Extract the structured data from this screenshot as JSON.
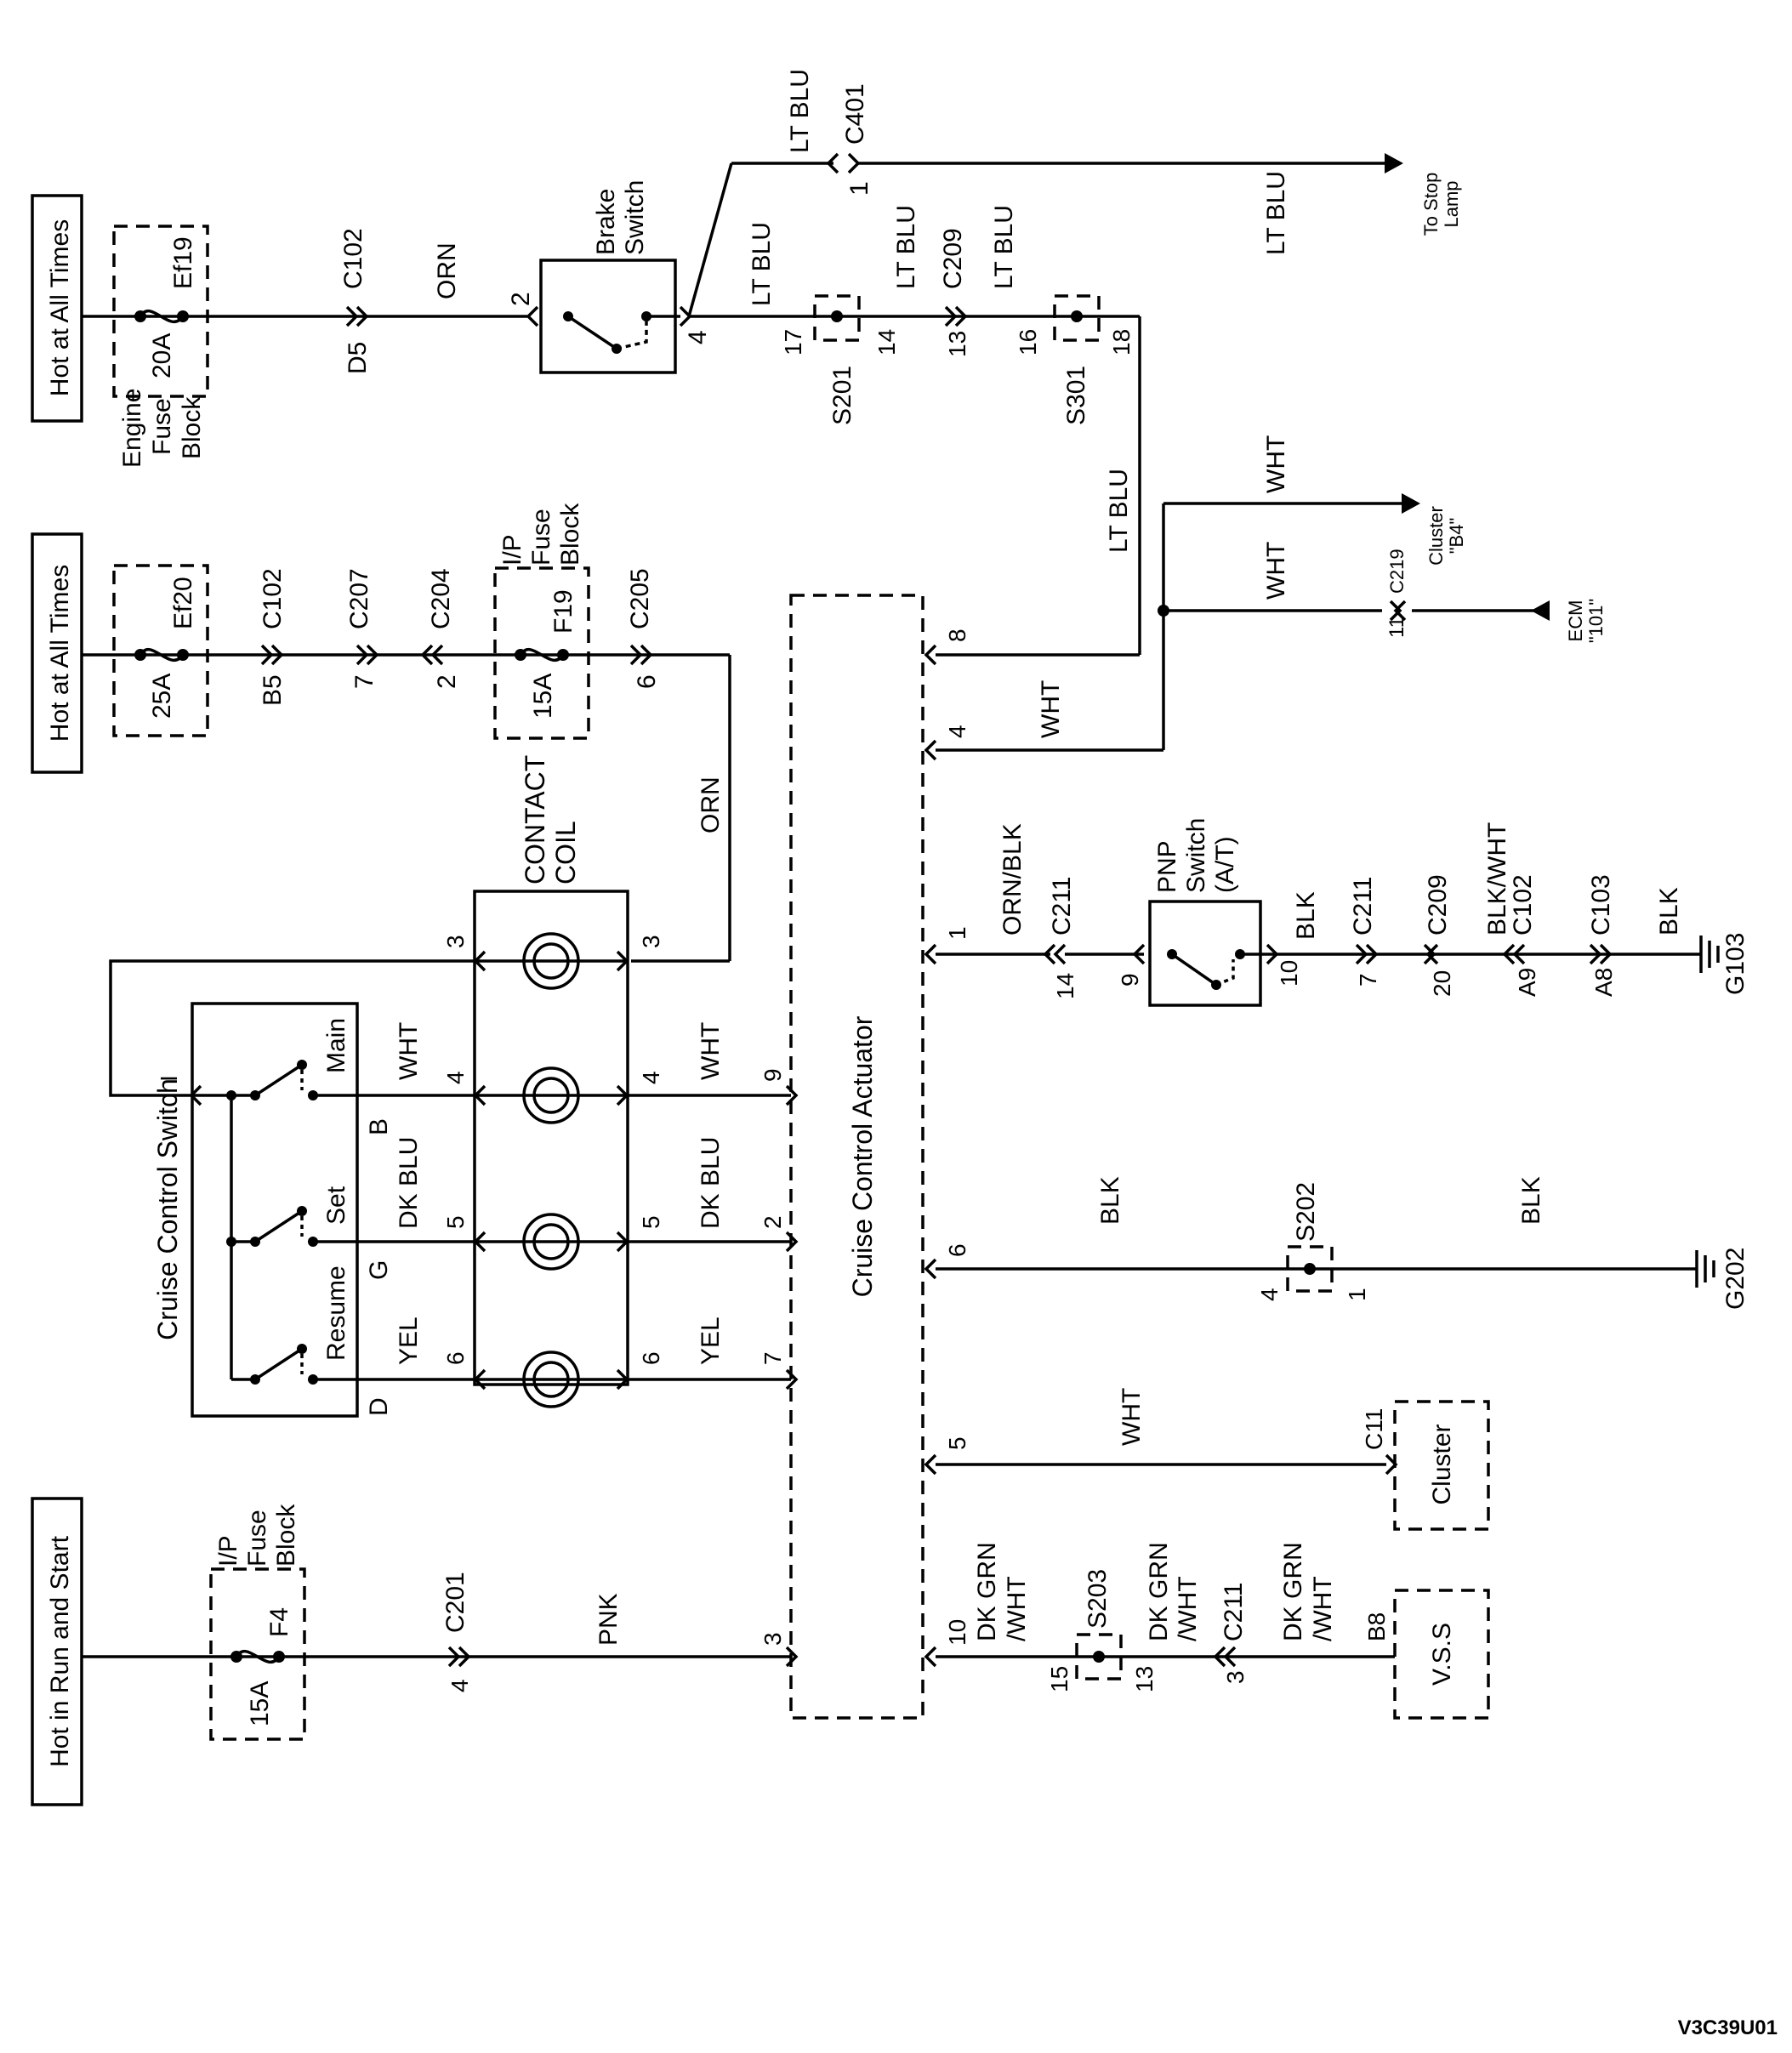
{
  "sources": {
    "hot_always_1": "Hot at All Times",
    "hot_always_2": "Hot at All Times",
    "hot_run": "Hot in Run and Start"
  },
  "fuse_blocks": {
    "engine": "Engine Fuse Block",
    "engine_lines": [
      "Engine",
      "Fuse",
      "Block"
    ],
    "ip_1_lines": [
      "I/P",
      "Fuse",
      "Block"
    ],
    "ip_2_lines": [
      "I/P",
      "Fuse",
      "Block"
    ]
  },
  "fuses": {
    "ef19_name": "Ef19",
    "ef19_rating": "20A",
    "ef20_name": "Ef20",
    "ef20_rating": "25A",
    "f19_name": "F19",
    "f19_rating": "15A",
    "f4_name": "F4",
    "f4_rating": "15A"
  },
  "components": {
    "brake_switch_lines": [
      "Brake",
      "Switch"
    ],
    "contact_coil_lines": [
      "CONTACT",
      "COIL"
    ],
    "cruise_switch": "Cruise Control Switch",
    "actuator": "Cruise Control Actuator",
    "pnp_lines": [
      "PNP",
      "Switch",
      "(A/T)"
    ],
    "cluster": "Cluster",
    "vss": "V.S.S",
    "switch_main": "Main",
    "switch_set": "Set",
    "switch_resume": "Resume"
  },
  "destinations": {
    "stop_lamp_lines": [
      "To Stop",
      "Lamp"
    ],
    "cluster_b4_lines": [
      "Cluster",
      "\"B4\""
    ],
    "ecm_lines": [
      "ECM",
      "\"101\""
    ]
  },
  "connectors": {
    "c102": "C102",
    "c401": "C401",
    "c209": "C209",
    "c207": "C207",
    "c204": "C204",
    "c205": "C205",
    "c211": "C211",
    "c103": "C103",
    "c219": "C219",
    "c201": "C201",
    "c11": "C11"
  },
  "splices": {
    "s201": "S201",
    "s301": "S301",
    "s202": "S202",
    "s203": "S203"
  },
  "grounds": {
    "g103": "G103",
    "g202": "G202"
  },
  "wires": {
    "orn": "ORN",
    "lt_blu": "LT BLU",
    "wht": "WHT",
    "dk_blu": "DK BLU",
    "yel": "YEL",
    "pnk": "PNK",
    "orn_blk": "ORN/BLK",
    "blk": "BLK",
    "blk_wht": "BLK/WHT",
    "dk_grn_wht_lines": [
      "DK GRN",
      "/WHT"
    ]
  },
  "pins": {
    "d5": "D5",
    "b5": "B5",
    "p1": "1",
    "p2": "2",
    "p3": "3",
    "p4": "4",
    "p5": "5",
    "p6": "6",
    "p7": "7",
    "p8": "8",
    "p9": "9",
    "p10": "10",
    "p11": "11",
    "p13": "13",
    "p14": "14",
    "p15": "15",
    "p16": "16",
    "p17": "17",
    "p18": "18",
    "p20": "20",
    "a9": "A9",
    "a8": "A8",
    "b8": "B8",
    "pin_b": "B",
    "pin_g": "G",
    "pin_d": "D",
    "pin_i": "I"
  },
  "code": "V3C39U01"
}
